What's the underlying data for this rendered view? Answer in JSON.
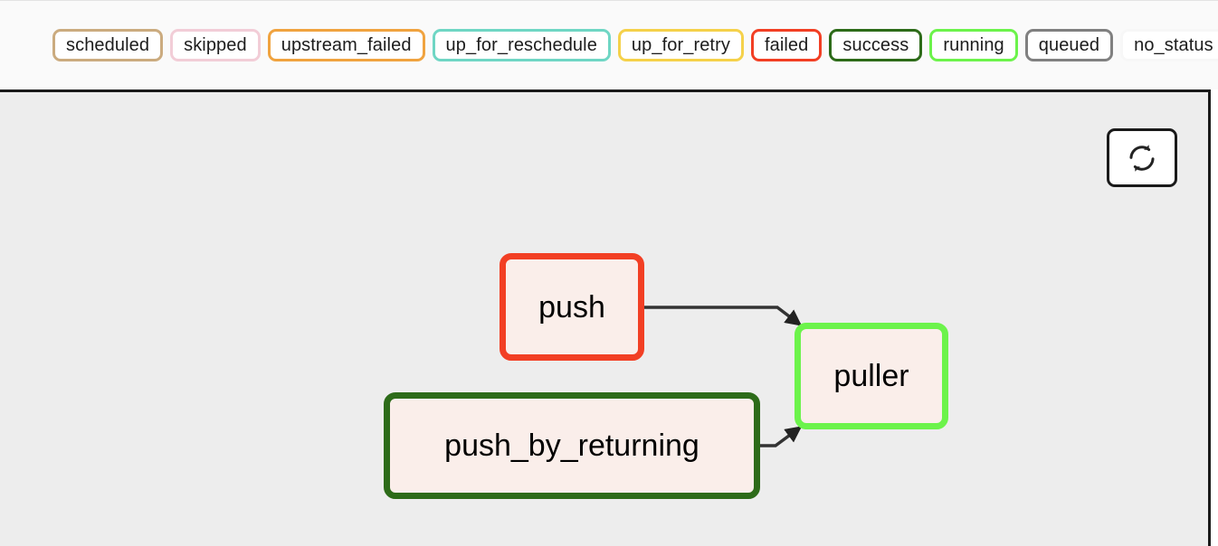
{
  "legend": {
    "items": [
      {
        "label": "scheduled",
        "color": "#cbab7f"
      },
      {
        "label": "skipped",
        "color": "#f2cdd7"
      },
      {
        "label": "upstream_failed",
        "color": "#f0a33f"
      },
      {
        "label": "up_for_reschedule",
        "color": "#6fd6c4"
      },
      {
        "label": "up_for_retry",
        "color": "#f5d14a"
      },
      {
        "label": "failed",
        "color": "#f23f24"
      },
      {
        "label": "success",
        "color": "#2d6b19"
      },
      {
        "label": "running",
        "color": "#6cf34b"
      },
      {
        "label": "queued",
        "color": "#808080"
      },
      {
        "label": "no_status",
        "color": "#f7f7f7"
      }
    ]
  },
  "toolbar": {
    "refresh_icon": "refresh-icon",
    "refresh_label": ""
  },
  "graph": {
    "nodes": [
      {
        "id": "push",
        "label": "push",
        "status": "failed",
        "border_color": "#f23f24",
        "fill": "#faeeea"
      },
      {
        "id": "push_by_returning",
        "label": "push_by_returning",
        "status": "success",
        "border_color": "#2d6b19",
        "fill": "#faeeea"
      },
      {
        "id": "puller",
        "label": "puller",
        "status": "running",
        "border_color": "#6cf34b",
        "fill": "#faeeea"
      }
    ],
    "edges": [
      {
        "from": "push",
        "to": "puller"
      },
      {
        "from": "push_by_returning",
        "to": "puller"
      }
    ],
    "edge_color": "#333333",
    "background": "#ededed"
  }
}
